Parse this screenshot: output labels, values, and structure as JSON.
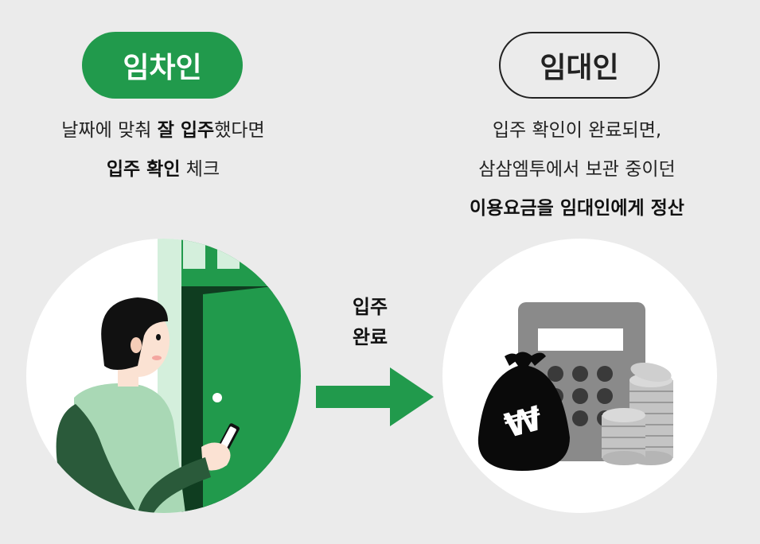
{
  "tenant": {
    "label": "임차인",
    "line1": {
      "pre": "날짜에 맞춰 ",
      "bold1": "잘 입주",
      "post": "했다면"
    },
    "line2": {
      "bold": "입주 확인",
      "post": " 체크"
    }
  },
  "landlord": {
    "label": "임대인",
    "line1": "입주 확인이 완료되면,",
    "line2": "삼삼엠투에서 보관 중이던",
    "line3": "이용요금을 임대인에게 정산"
  },
  "transition": {
    "line1": "입주",
    "line2": "완료"
  },
  "icons": {
    "tenant_scene": "tenant-at-door-with-phone",
    "landlord_scene": "calculator-money-bag-coins",
    "won_symbol": "₩"
  },
  "colors": {
    "brand_green": "#219a4c",
    "light_green": "#a9d8b5",
    "dark_green": "#2a5a3a",
    "background": "#ebebeb"
  }
}
